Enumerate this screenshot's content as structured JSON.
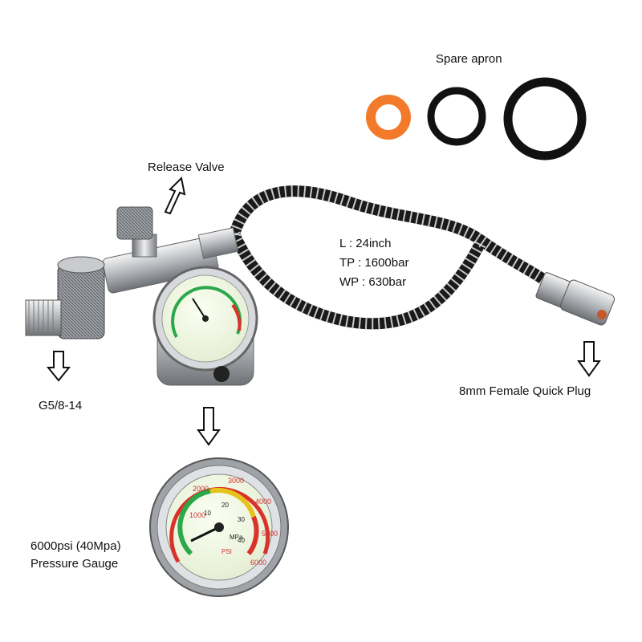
{
  "labels": {
    "spare_apron": "Spare apron",
    "release_valve": "Release Valve",
    "length": "L : 24inch",
    "test_pressure": "TP : 1600bar",
    "working_pressure": "WP : 630bar",
    "thread": "G5/8-14",
    "quick_plug": "8mm Female Quick Plug",
    "gauge_line1": "6000psi (40Mpa)",
    "gauge_line2": "Pressure Gauge"
  },
  "gauge_text": {
    "big_scale": [
      "1000",
      "2000",
      "3000",
      "4000",
      "5000",
      "6000"
    ],
    "mpa_scale": [
      "10",
      "20",
      "30",
      "40"
    ],
    "unit": "MPa",
    "psi": "PSI"
  },
  "colors": {
    "orange_ring": "#f37a2a",
    "black_ring": "#111111",
    "steel": "#b9bcc0",
    "gauge_green": "#2aa84a",
    "gauge_yellow": "#e6c21a",
    "gauge_red": "#d8322a"
  }
}
